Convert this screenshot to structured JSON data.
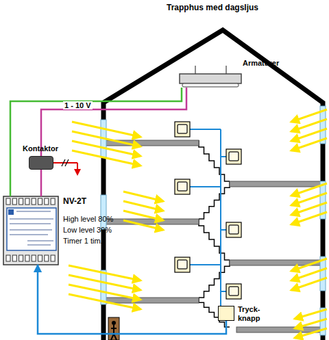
{
  "diagram": {
    "title": "Trapphus med dagsljus",
    "nodes": [
      {
        "text": [
          "NV-2T",
          "High level 80%",
          "Low level 30%",
          "Timer 1 tim."
        ]
      },
      {
        "text": [
          "Kontaktor"
        ]
      },
      {
        "text": [
          "Armaturer"
        ]
      },
      {
        "text": [
          "Tryck- knapp"
        ]
      }
    ],
    "edges": [
      {
        "from": 0,
        "to": 2,
        "arrow": "none",
        "label": "1 - 10 V"
      },
      {
        "from": 1,
        "to": 2,
        "arrow": "none"
      },
      {
        "from": 1,
        "to": 0,
        "arrow": "none"
      },
      {
        "from": 3,
        "to": 0,
        "arrow": "to"
      }
    ]
  }
}
